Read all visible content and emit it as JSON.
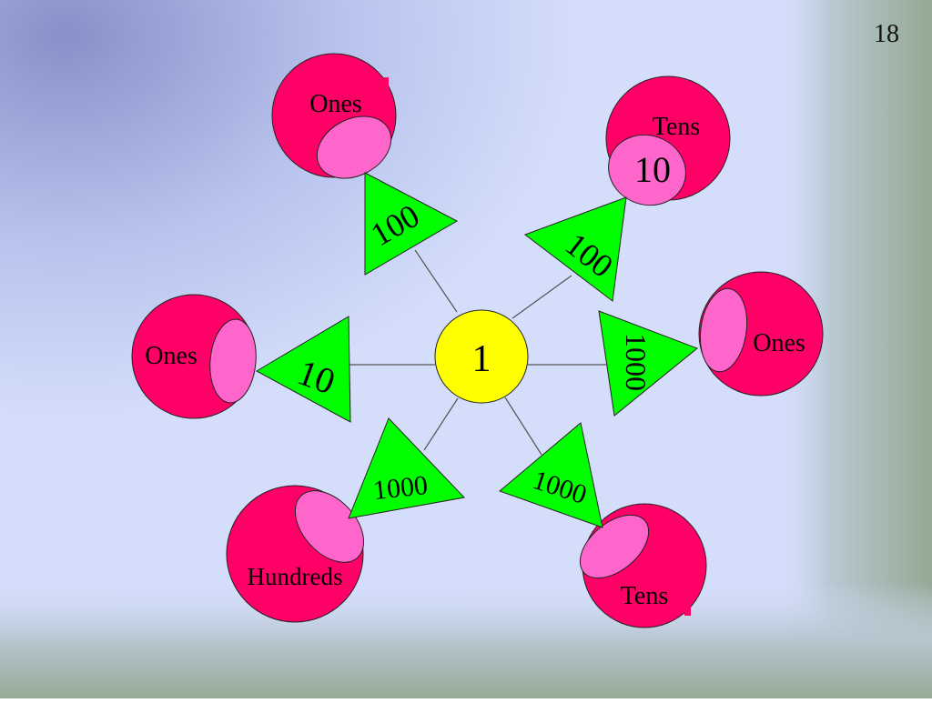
{
  "page_number": "18",
  "center": {
    "label": "1"
  },
  "spokes": [
    {
      "id": "top-left",
      "triangle_label": "100",
      "ball_label": "Ones"
    },
    {
      "id": "top-right",
      "triangle_label": "100",
      "ball_label": "Tens",
      "ball_extra": "10"
    },
    {
      "id": "right",
      "triangle_label": "1000",
      "ball_label": "Ones"
    },
    {
      "id": "bottom-right",
      "triangle_label": "1000",
      "ball_label": "Tens"
    },
    {
      "id": "bottom-left",
      "triangle_label": "1000",
      "ball_label": "Hundreds"
    },
    {
      "id": "left",
      "triangle_label": "10",
      "ball_label": "Ones"
    }
  ],
  "colors": {
    "ball": "#ff0066",
    "ball_highlight": "#ff66cc",
    "triangle": "#00ff00",
    "center": "#ffff00",
    "background_light": "#d4ddfa",
    "background_dark": "#8f96cc",
    "frame_right": "#98ac98"
  }
}
